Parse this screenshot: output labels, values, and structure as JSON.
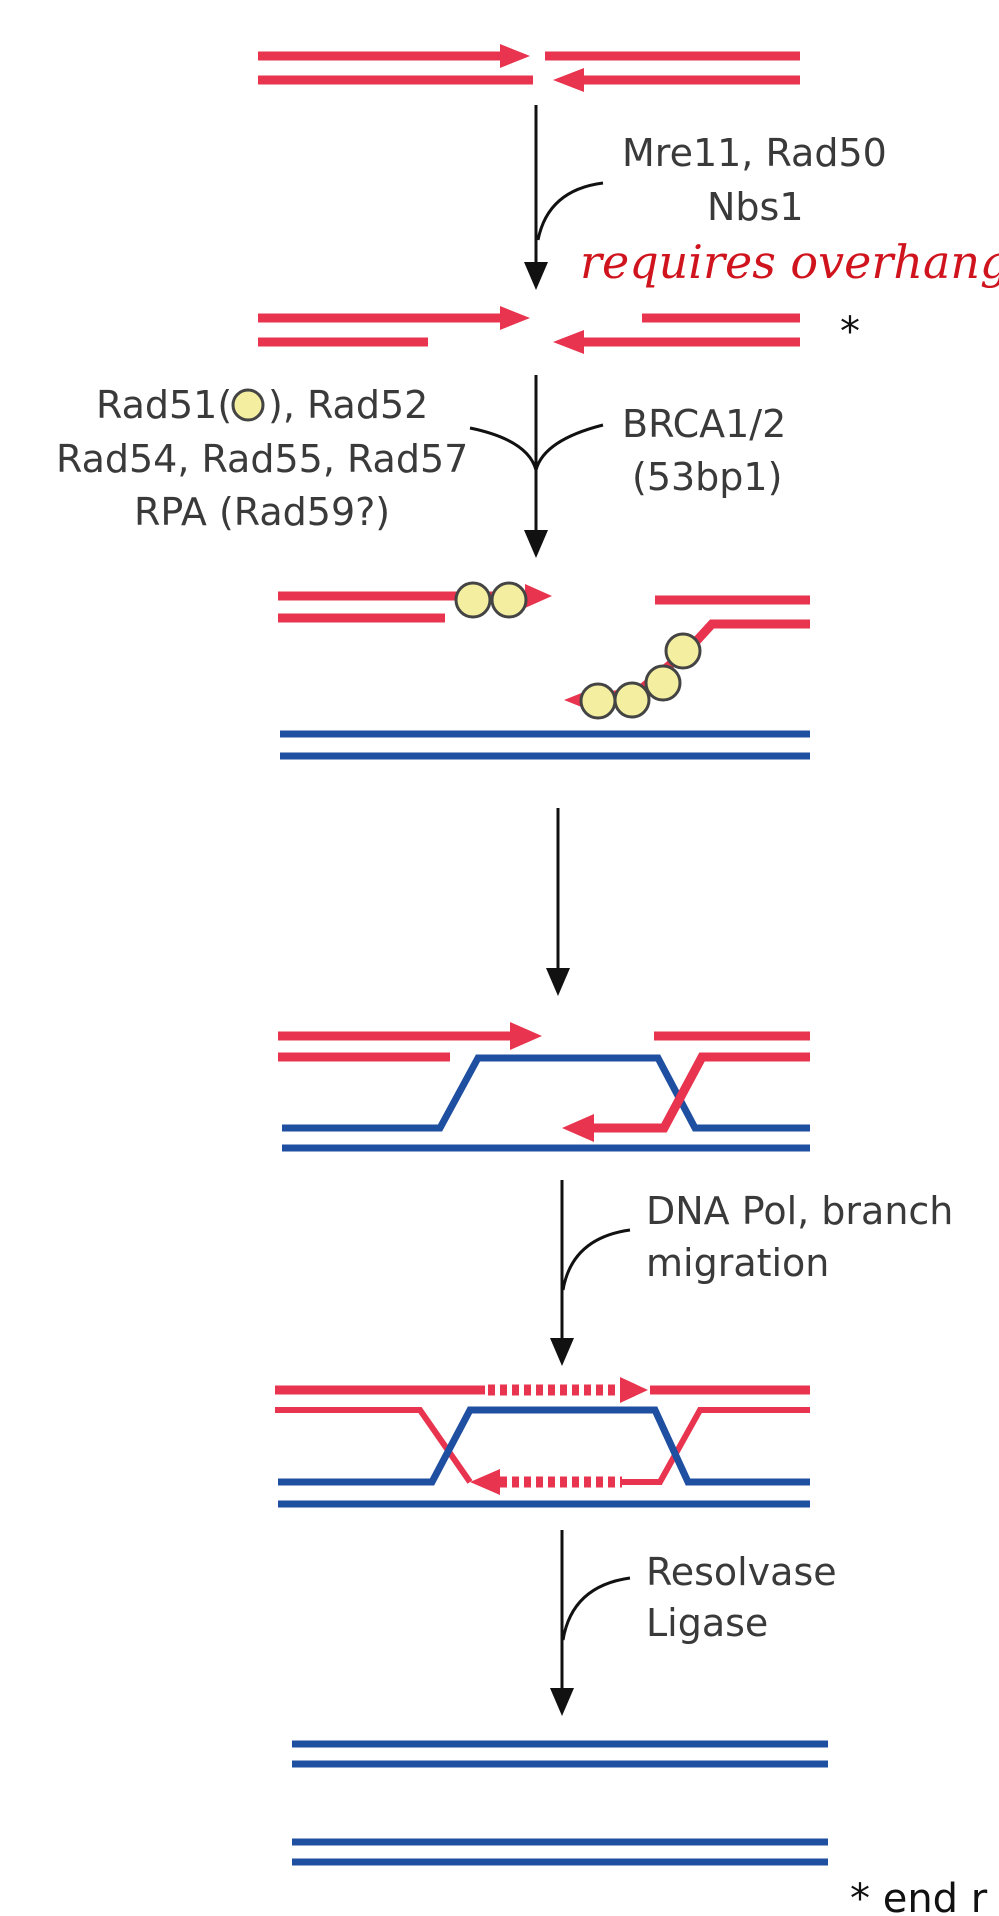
{
  "steps": {
    "step1_enzymes_line1": "Mre11, Rad50",
    "step1_enzymes_line2": "Nbs1",
    "step1_handwritten_note": "requires overhang",
    "step1_asterisk": "*",
    "step2_left_line1_prefix": "Rad51(",
    "step2_left_line1_suffix": "), Rad52",
    "step2_left_line2": "Rad54, Rad55, Rad57",
    "step2_left_line3": "RPA (Rad59?)",
    "step2_right_line1": "BRCA1/2",
    "step2_right_line2": "(53bp1)",
    "step4_line1": "DNA Pol, branch",
    "step4_line2": "migration",
    "step5_line1": "Resolvase",
    "step5_line2": "Ligase"
  },
  "footnote": "* end r",
  "colors": {
    "broken_strand": "#e8344e",
    "template_strand": "#1f4fa0",
    "rad51_bead": "#f4efa0",
    "handwriting": "#d0141e"
  }
}
